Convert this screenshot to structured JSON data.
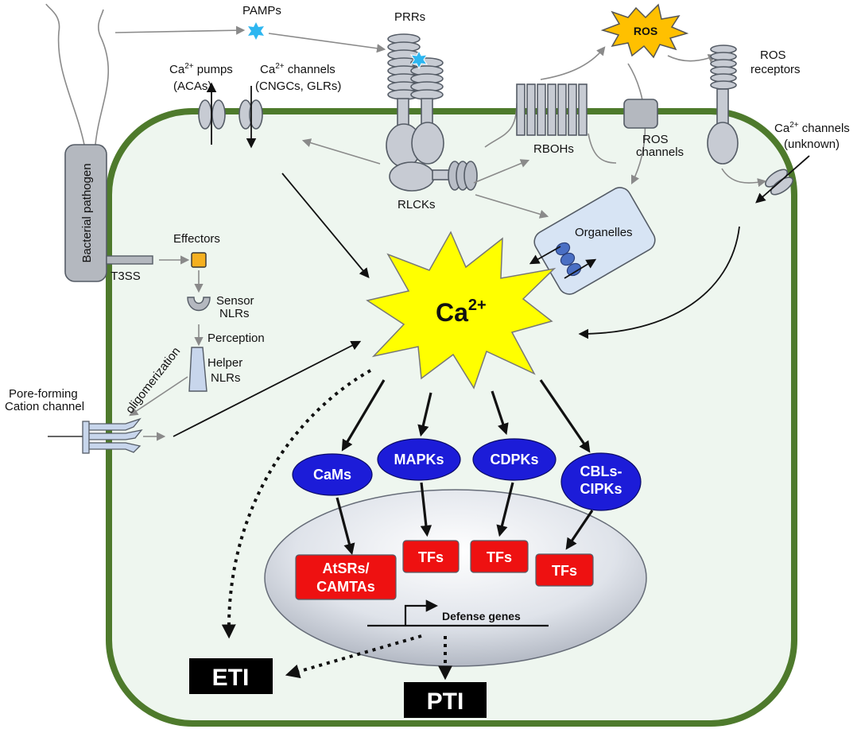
{
  "pathogen": {
    "label": "Bacterial pathogen",
    "t3ss": "T3SS"
  },
  "pamps": "PAMPs",
  "prrs": "PRRs",
  "rlcks": "RLCKs",
  "rbohs": "RBOHs",
  "ros": "ROS",
  "ros_receptors": {
    "line1": "ROS",
    "line2": "receptors"
  },
  "ros_channels": {
    "line1": "ROS",
    "line2": "channels"
  },
  "ca_pumps": {
    "line1_base": "Ca",
    "line1_sup": "2+",
    "line1_rest": " pumps",
    "line2": "(ACAs)"
  },
  "ca_channels": {
    "line1_base": "Ca",
    "line1_sup": "2+",
    "line1_rest": " channels",
    "line2": "(CNGCs, GLRs)"
  },
  "ca_channels_unknown": {
    "line1_base": "Ca",
    "line1_sup": "2+",
    "line1_rest": " channels",
    "line2": "(unknown)"
  },
  "organelles": "Organelles",
  "effectors": "Effectors",
  "sensor_nlrs": {
    "line1": "Sensor",
    "line2": "NLRs"
  },
  "perception": "Perception",
  "helper_nlrs": {
    "line1": "Helper",
    "line2": "NLRs"
  },
  "oligomerization": "oligomerization",
  "pore": {
    "line1": "Pore-forming",
    "line2": "Cation channel"
  },
  "calcium": {
    "base": "Ca",
    "sup": "2+"
  },
  "decoders": [
    {
      "line1": "CaMs",
      "line2": ""
    },
    {
      "line1": "MAPKs",
      "line2": ""
    },
    {
      "line1": "CDPKs",
      "line2": ""
    },
    {
      "line1": "CBLs-",
      "line2": "CIPKs"
    }
  ],
  "nucleus_tfs": [
    {
      "line1": "AtSRs/",
      "line2": "CAMTAs"
    },
    {
      "line1": "TFs",
      "line2": ""
    },
    {
      "line1": "TFs",
      "line2": ""
    },
    {
      "line1": "TFs",
      "line2": ""
    }
  ],
  "defense_genes": "Defense genes",
  "outcomes": {
    "eti": "ETI",
    "pti": "PTI"
  },
  "colors": {
    "cell_wall": "#4e7a2c",
    "cytoplasm": "#eef6ef",
    "decoder_fill": "#1c1cd8",
    "tf_fill": "#ee1111",
    "calcium_fill": "#ffff00",
    "ros_fill": "#ffc000",
    "outcome_fill": "#000000"
  }
}
